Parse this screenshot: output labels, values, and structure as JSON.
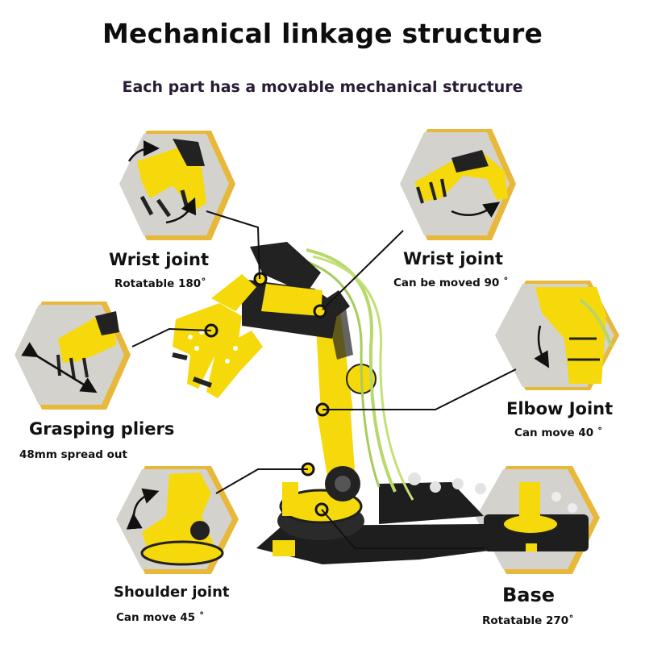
{
  "header": {
    "title": "Mechanical linkage structure",
    "subtitle": "Each part has a movable mechanical structure"
  },
  "parts": {
    "wrist_left": {
      "name": "Wrist joint",
      "detail": "Rotatable 180˚"
    },
    "wrist_right": {
      "name": "Wrist joint",
      "detail": "Can be moved 90 ˚"
    },
    "grasp": {
      "name": "Grasping pliers",
      "detail": "48mm spread out"
    },
    "elbow": {
      "name": "Elbow Joint",
      "detail": "Can move 40 ˚"
    },
    "shoulder": {
      "name": "Shoulder joint",
      "detail": "Can move 45 ˚"
    },
    "base": {
      "name": "Base",
      "detail": "Rotatable 270˚"
    }
  },
  "colors": {
    "arm_yellow": "#f5d90a",
    "hex_border": "#e8b83a",
    "hex_fill": "#d6d4cf",
    "base_black": "#1e1e1e",
    "leader_line": "#111111"
  },
  "icons": [
    "rotate-arrow-icon",
    "joint-marker-icon"
  ]
}
